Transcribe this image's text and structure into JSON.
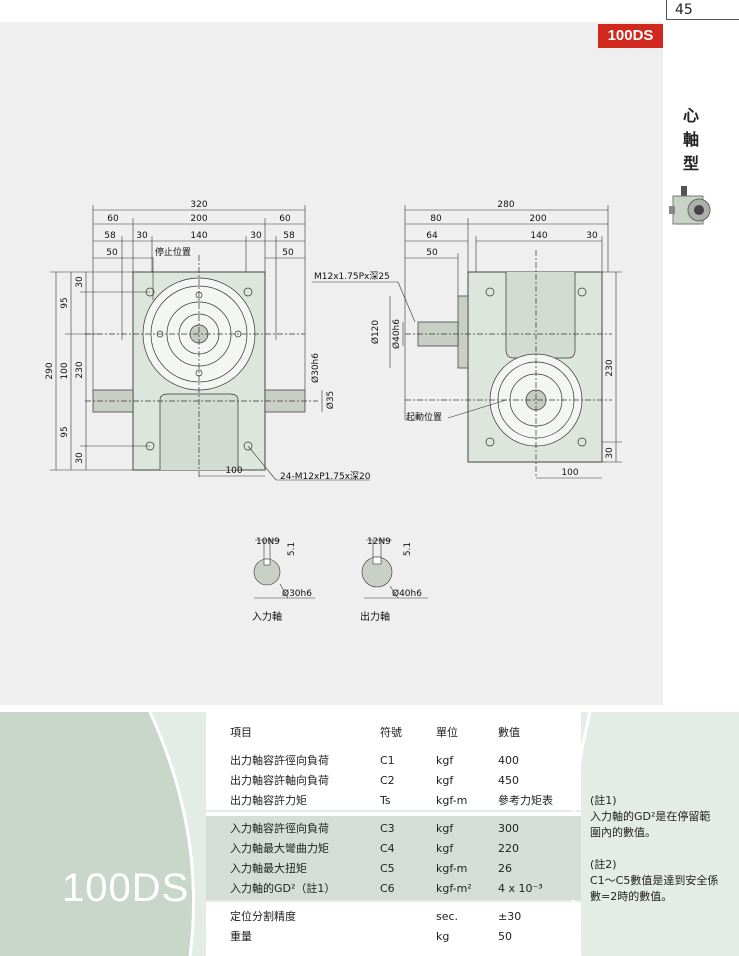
{
  "page_number": "45",
  "badge": "100DS",
  "side_title": [
    "心",
    "軸",
    "型"
  ],
  "drawing": {
    "front_dims_top": [
      "320",
      "60",
      "200",
      "60",
      "58",
      "30",
      "140",
      "30",
      "58",
      "50",
      "50"
    ],
    "stop_position": "停止位置",
    "front_dims_left": [
      "290",
      "95",
      "100",
      "230",
      "95",
      "30",
      "30"
    ],
    "front_bottom_dim": "100",
    "hole_note_top": "M12x1.75Px深25",
    "hole_note_bottom": "24-M12xP1.75x深20",
    "shaft_dia_30": "Ø30h6",
    "shaft_dia_35": "Ø35",
    "side_dims_top": [
      "280",
      "80",
      "200",
      "64",
      "140",
      "30",
      "50"
    ],
    "side_dia_120": "Ø120",
    "side_dia_40": "Ø40h6",
    "start_position": "起動位置",
    "side_dims_right": [
      "230",
      "30"
    ],
    "side_bottom_dim": "100",
    "key_in_width": "10N9",
    "key_in_depth": "5.1",
    "key_in_dia": "Ø30h6",
    "key_in_label": "入力軸",
    "key_out_width": "12N9",
    "key_out_depth": "5.1",
    "key_out_dia": "Ø40h6",
    "key_out_label": "出力軸"
  },
  "model_label": "100DS",
  "table": {
    "headers": [
      "項目",
      "符號",
      "單位",
      "數值"
    ],
    "rows": [
      [
        "出力軸容許徑向負荷",
        "C1",
        "kgf",
        "400"
      ],
      [
        "出力軸容許軸向負荷",
        "C2",
        "kgf",
        "450"
      ],
      [
        "出力軸容許力矩",
        "Ts",
        "kgf-m",
        "參考力矩表"
      ],
      [
        "入力軸容許徑向負荷",
        "C3",
        "kgf",
        "300"
      ],
      [
        "入力軸最大彎曲力矩",
        "C4",
        "kgf",
        "220"
      ],
      [
        "入力軸最大扭矩",
        "C5",
        "kgf-m",
        "26"
      ],
      [
        "入力軸的GD²（註1）",
        "C6",
        "kgf-m²",
        "4 x 10⁻³"
      ],
      [
        "定位分割精度",
        "",
        "sec.",
        "±30"
      ],
      [
        "重量",
        "",
        "kg",
        "50"
      ]
    ]
  },
  "notes": {
    "n1_title": "(註1)",
    "n1_text": "入力軸的GD²是在停留範圍內的數值。",
    "n2_title": "(註2)",
    "n2_text": "C1～C5數值是達到安全係數=2時的數值。"
  },
  "colors": {
    "badge": "#d0281f",
    "housing": "#dde6dc",
    "table_bg": "#e4ece6"
  }
}
